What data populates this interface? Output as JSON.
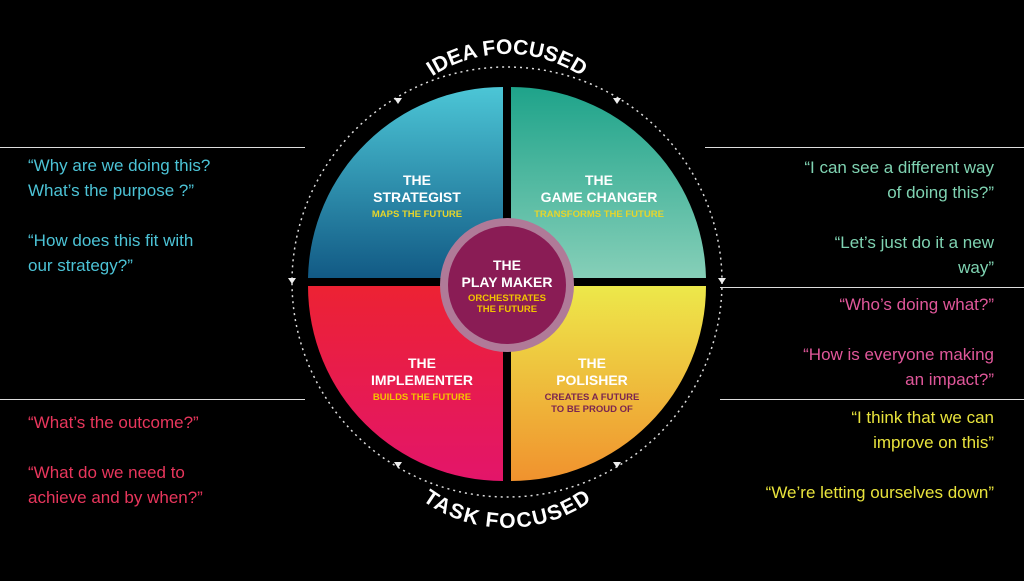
{
  "diagram": {
    "top_label": "IDEA FOCUSED",
    "bottom_label": "TASK FOCUSED",
    "quadrants": [
      {
        "the": "THE",
        "name": "STRATEGIST",
        "tagline": [
          "MAPS THE FUTURE"
        ],
        "color_top": "#4cc6d6",
        "color_bottom": "#125a85",
        "tag_color": "#e6d52b"
      },
      {
        "the": "THE",
        "name": "GAME CHANGER",
        "tagline": [
          "TRANSFORMS THE FUTURE"
        ],
        "color_top": "#1ea38a",
        "color_bottom": "#86cfb8",
        "tag_color": "#e6d52b"
      },
      {
        "the": "THE",
        "name": "IMPLEMENTER",
        "tagline": [
          "BUILDS THE FUTURE"
        ],
        "color_top": "#ec2233",
        "color_bottom": "#e3156a",
        "tag_color": "#f5c400"
      },
      {
        "the": "THE",
        "name": "POLISHER",
        "tagline": [
          "CREATES A FUTURE",
          "TO BE PROUD OF"
        ],
        "color_top": "#ede84a",
        "color_bottom": "#f0922e",
        "tag_color": "#7a2550"
      }
    ],
    "center": {
      "the": "THE",
      "name": "PLAY MAKER",
      "tagline": [
        "ORCHESTRATES",
        "THE FUTURE"
      ],
      "color": "#8a1c55",
      "ring": "#b07a98",
      "tag_color": "#f2c400"
    }
  },
  "quotes": {
    "strategist": {
      "color": "#4cc3d6",
      "lines": [
        "“Why are we doing this?",
        "What’s the purpose ?”",
        "",
        "“How does this fit with",
        "our strategy?”"
      ]
    },
    "implementer": {
      "color": "#e8365c",
      "lines": [
        "“What’s the outcome?”",
        "",
        "“What do we need to",
        "achieve and by when?”"
      ]
    },
    "game_changer": {
      "color": "#7fd3b2",
      "lines": [
        "“I can see a different way",
        "of doing this?”",
        "",
        "“Let’s just do it a new",
        "way”"
      ]
    },
    "play_maker": {
      "color": "#e0579a",
      "lines": [
        "“Who’s doing what?”",
        "",
        "“How is everyone making",
        "an impact?”"
      ]
    },
    "polisher": {
      "color": "#e8e33c",
      "lines": [
        "“I think that we can",
        "improve on this”",
        "",
        "“We’re letting ourselves down”"
      ]
    }
  }
}
